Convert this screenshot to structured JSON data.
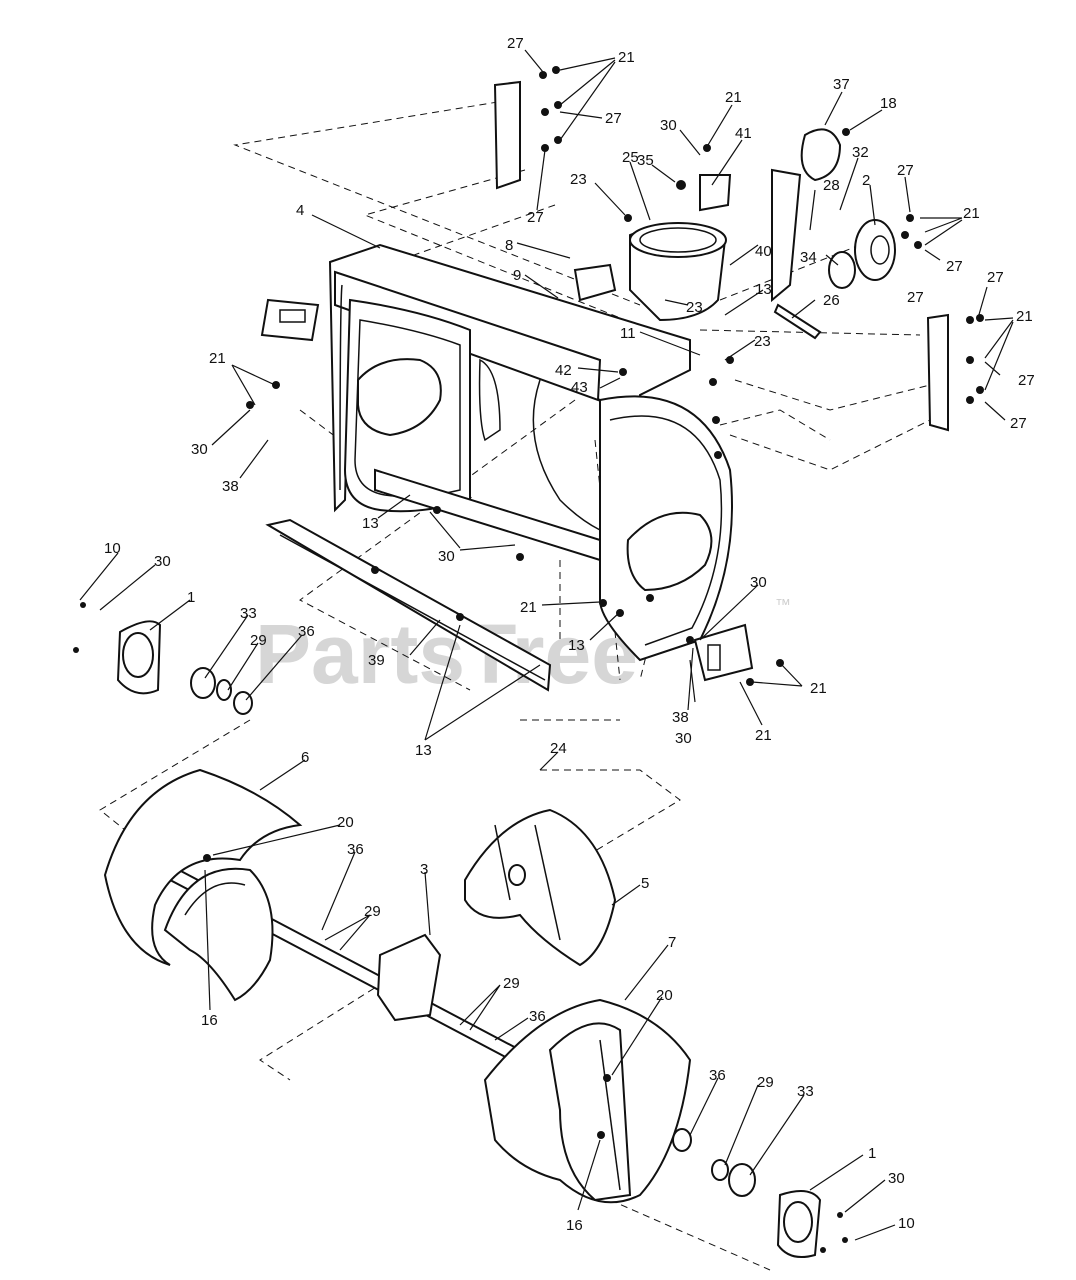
{
  "watermark": {
    "text": "PartsTree",
    "trademark": "™"
  },
  "callouts": [
    {
      "id": "c1",
      "text": "27"
    },
    {
      "id": "c2",
      "text": "21"
    },
    {
      "id": "c3",
      "text": "27"
    },
    {
      "id": "c4",
      "text": "27"
    },
    {
      "id": "c5",
      "text": "21"
    },
    {
      "id": "c6",
      "text": "30"
    },
    {
      "id": "c7",
      "text": "41"
    },
    {
      "id": "c8",
      "text": "37"
    },
    {
      "id": "c9",
      "text": "18"
    },
    {
      "id": "c10",
      "text": "25"
    },
    {
      "id": "c11",
      "text": "35"
    },
    {
      "id": "c12",
      "text": "23"
    },
    {
      "id": "c13",
      "text": "32"
    },
    {
      "id": "c14",
      "text": "28"
    },
    {
      "id": "c15",
      "text": "2"
    },
    {
      "id": "c16",
      "text": "27"
    },
    {
      "id": "c17",
      "text": "21"
    },
    {
      "id": "c18",
      "text": "4"
    },
    {
      "id": "c19",
      "text": "8"
    },
    {
      "id": "c20",
      "text": "9"
    },
    {
      "id": "c21",
      "text": "40"
    },
    {
      "id": "c22",
      "text": "34"
    },
    {
      "id": "c23",
      "text": "27"
    },
    {
      "id": "c24",
      "text": "27"
    },
    {
      "id": "c25",
      "text": "13"
    },
    {
      "id": "c26",
      "text": "23"
    },
    {
      "id": "c27",
      "text": "26"
    },
    {
      "id": "c28",
      "text": "27"
    },
    {
      "id": "c29",
      "text": "11"
    },
    {
      "id": "c30",
      "text": "23"
    },
    {
      "id": "c31",
      "text": "21"
    },
    {
      "id": "c32",
      "text": "42"
    },
    {
      "id": "c33",
      "text": "43"
    },
    {
      "id": "c34",
      "text": "27"
    },
    {
      "id": "c35",
      "text": "21"
    },
    {
      "id": "c36",
      "text": "30"
    },
    {
      "id": "c37",
      "text": "27"
    },
    {
      "id": "c38",
      "text": "38"
    },
    {
      "id": "c39",
      "text": "13"
    },
    {
      "id": "c40",
      "text": "30"
    },
    {
      "id": "c41",
      "text": "10"
    },
    {
      "id": "c42",
      "text": "30"
    },
    {
      "id": "c43",
      "text": "1"
    },
    {
      "id": "c44",
      "text": "33"
    },
    {
      "id": "c45",
      "text": "29"
    },
    {
      "id": "c46",
      "text": "36"
    },
    {
      "id": "c47",
      "text": "21"
    },
    {
      "id": "c48",
      "text": "30"
    },
    {
      "id": "c49",
      "text": "13"
    },
    {
      "id": "c50",
      "text": "39"
    },
    {
      "id": "c51",
      "text": "21"
    },
    {
      "id": "c52",
      "text": "38"
    },
    {
      "id": "c53",
      "text": "21"
    },
    {
      "id": "c54",
      "text": "30"
    },
    {
      "id": "c55",
      "text": "13"
    },
    {
      "id": "c56",
      "text": "24"
    },
    {
      "id": "c57",
      "text": "6"
    },
    {
      "id": "c58",
      "text": "20"
    },
    {
      "id": "c59",
      "text": "36"
    },
    {
      "id": "c60",
      "text": "3"
    },
    {
      "id": "c61",
      "text": "5"
    },
    {
      "id": "c62",
      "text": "29"
    },
    {
      "id": "c63",
      "text": "16"
    },
    {
      "id": "c64",
      "text": "7"
    },
    {
      "id": "c65",
      "text": "29"
    },
    {
      "id": "c66",
      "text": "36"
    },
    {
      "id": "c67",
      "text": "20"
    },
    {
      "id": "c68",
      "text": "36"
    },
    {
      "id": "c69",
      "text": "29"
    },
    {
      "id": "c70",
      "text": "33"
    },
    {
      "id": "c71",
      "text": "1"
    },
    {
      "id": "c72",
      "text": "30"
    },
    {
      "id": "c73",
      "text": "10"
    },
    {
      "id": "c74",
      "text": "16"
    }
  ]
}
